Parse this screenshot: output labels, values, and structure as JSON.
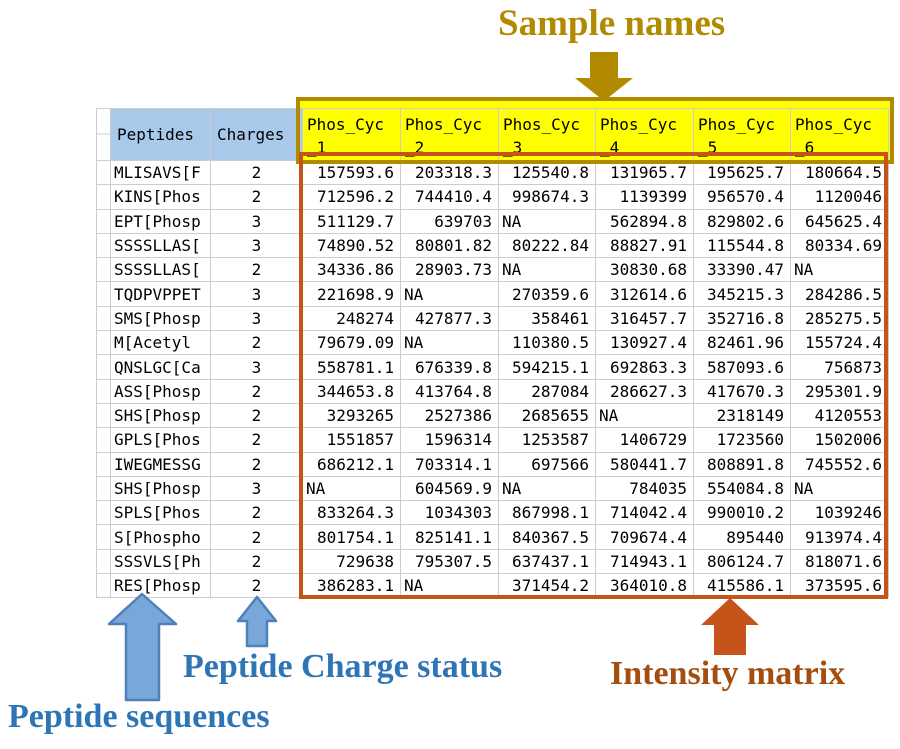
{
  "annotations": {
    "sample_names": "Sample names",
    "peptide_sequences": "Peptide sequences",
    "peptide_charge_status": "Peptide Charge status",
    "intensity_matrix": "Intensity matrix"
  },
  "colors": {
    "header_fill_blue": "#A9C9EB",
    "sample_header_fill": "#FFFF00",
    "sample_names_accent": "#B18A00",
    "intensity_border": "#C4541A",
    "intensity_text": "#A34E0E",
    "blue_annotation": "#2E75B6",
    "blue_arrow_fill": "#79A7D9",
    "blue_arrow_stroke": "#4E81BA",
    "grid_line": "#CCCCCC"
  },
  "table": {
    "peptides_header": "Peptides",
    "charges_header": "Charges",
    "sample_headers": [
      {
        "line1": "Phos_Cyc",
        "line2": "_1"
      },
      {
        "line1": "Phos_Cyc",
        "line2": "_2"
      },
      {
        "line1": "Phos_Cyc",
        "line2": "_3"
      },
      {
        "line1": "Phos_Cyc",
        "line2": "_4"
      },
      {
        "line1": "Phos_Cyc",
        "line2": "_5"
      },
      {
        "line1": "Phos_Cyc",
        "line2": "_6"
      }
    ],
    "rows": [
      {
        "peptide": "MLISAVS[F",
        "charge": "2",
        "values": [
          "157593.6",
          "203318.3",
          "125540.8",
          "131965.7",
          "195625.7",
          "180664.5"
        ]
      },
      {
        "peptide": "KINS[Phos",
        "charge": "2",
        "values": [
          "712596.2",
          "744410.4",
          "998674.3",
          "1139399",
          "956570.4",
          "1120046"
        ]
      },
      {
        "peptide": "EPT[Phosp",
        "charge": "3",
        "values": [
          "511129.7",
          "639703",
          "NA",
          "562894.8",
          "829802.6",
          "645625.4"
        ]
      },
      {
        "peptide": "SSSSLLAS[",
        "charge": "3",
        "values": [
          "74890.52",
          "80801.82",
          "80222.84",
          "88827.91",
          "115544.8",
          "80334.69"
        ]
      },
      {
        "peptide": "SSSSLLAS[",
        "charge": "2",
        "values": [
          "34336.86",
          "28903.73",
          "NA",
          "30830.68",
          "33390.47",
          "NA"
        ]
      },
      {
        "peptide": "TQDPVPPET",
        "charge": "3",
        "values": [
          "221698.9",
          "NA",
          "270359.6",
          "312614.6",
          "345215.3",
          "284286.5"
        ]
      },
      {
        "peptide": "SMS[Phosp",
        "charge": "3",
        "values": [
          "248274",
          "427877.3",
          "358461",
          "316457.7",
          "352716.8",
          "285275.5"
        ]
      },
      {
        "peptide": "M[Acetyl",
        "charge": "2",
        "values": [
          "79679.09",
          "NA",
          "110380.5",
          "130927.4",
          "82461.96",
          "155724.4"
        ]
      },
      {
        "peptide": "QNSLGC[Ca",
        "charge": "3",
        "values": [
          "558781.1",
          "676339.8",
          "594215.1",
          "692863.3",
          "587093.6",
          "756873"
        ]
      },
      {
        "peptide": "ASS[Phosp",
        "charge": "2",
        "values": [
          "344653.8",
          "413764.8",
          "287084",
          "286627.3",
          "417670.3",
          "295301.9"
        ]
      },
      {
        "peptide": "SHS[Phosp",
        "charge": "2",
        "values": [
          "3293265",
          "2527386",
          "2685655",
          "NA",
          "2318149",
          "4120553"
        ]
      },
      {
        "peptide": "GPLS[Phos",
        "charge": "2",
        "values": [
          "1551857",
          "1596314",
          "1253587",
          "1406729",
          "1723560",
          "1502006"
        ]
      },
      {
        "peptide": "IWEGMESSG",
        "charge": "2",
        "values": [
          "686212.1",
          "703314.1",
          "697566",
          "580441.7",
          "808891.8",
          "745552.6"
        ]
      },
      {
        "peptide": "SHS[Phosp",
        "charge": "3",
        "values": [
          "NA",
          "604569.9",
          "NA",
          "784035",
          "554084.8",
          "NA"
        ]
      },
      {
        "peptide": "SPLS[Phos",
        "charge": "2",
        "values": [
          "833264.3",
          "1034303",
          "867998.1",
          "714042.4",
          "990010.2",
          "1039246"
        ]
      },
      {
        "peptide": "S[Phospho",
        "charge": "2",
        "values": [
          "801754.1",
          "825141.1",
          "840367.5",
          "709674.4",
          "895440",
          "913974.4"
        ]
      },
      {
        "peptide": "SSSVLS[Ph",
        "charge": "2",
        "values": [
          "729638",
          "795307.5",
          "637437.1",
          "714943.1",
          "806124.7",
          "818071.6"
        ]
      },
      {
        "peptide": "RES[Phosp",
        "charge": "2",
        "values": [
          "386283.1",
          "NA",
          "371454.2",
          "364010.8",
          "415586.1",
          "373595.6"
        ]
      }
    ]
  }
}
